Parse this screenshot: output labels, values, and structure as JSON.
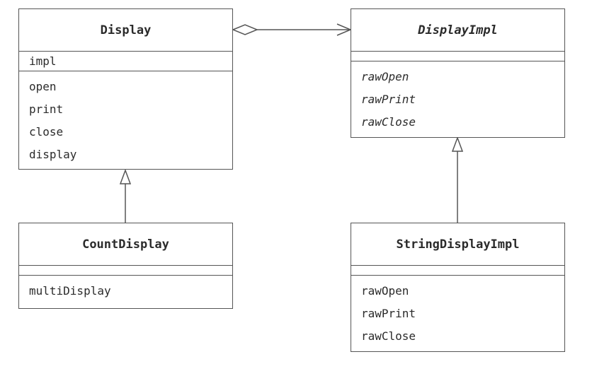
{
  "diagram": {
    "classes": {
      "display": {
        "name": "Display",
        "abstract": false,
        "attributes": [
          "impl"
        ],
        "operations": [
          "open",
          "print",
          "close",
          "display"
        ]
      },
      "display_impl": {
        "name": "DisplayImpl",
        "abstract": true,
        "attributes": [],
        "operations": [
          "rawOpen",
          "rawPrint",
          "rawClose"
        ]
      },
      "count_display": {
        "name": "CountDisplay",
        "abstract": false,
        "attributes": [],
        "operations": [
          "multiDisplay"
        ]
      },
      "string_display_impl": {
        "name": "StringDisplayImpl",
        "abstract": false,
        "attributes": [],
        "operations": [
          "rawOpen",
          "rawPrint",
          "rawClose"
        ]
      }
    },
    "relationships": [
      {
        "type": "aggregation",
        "from": "Display",
        "to": "DisplayImpl",
        "navigable": true
      },
      {
        "type": "generalization",
        "from": "CountDisplay",
        "to": "Display"
      },
      {
        "type": "generalization",
        "from": "StringDisplayImpl",
        "to": "DisplayImpl"
      }
    ]
  }
}
